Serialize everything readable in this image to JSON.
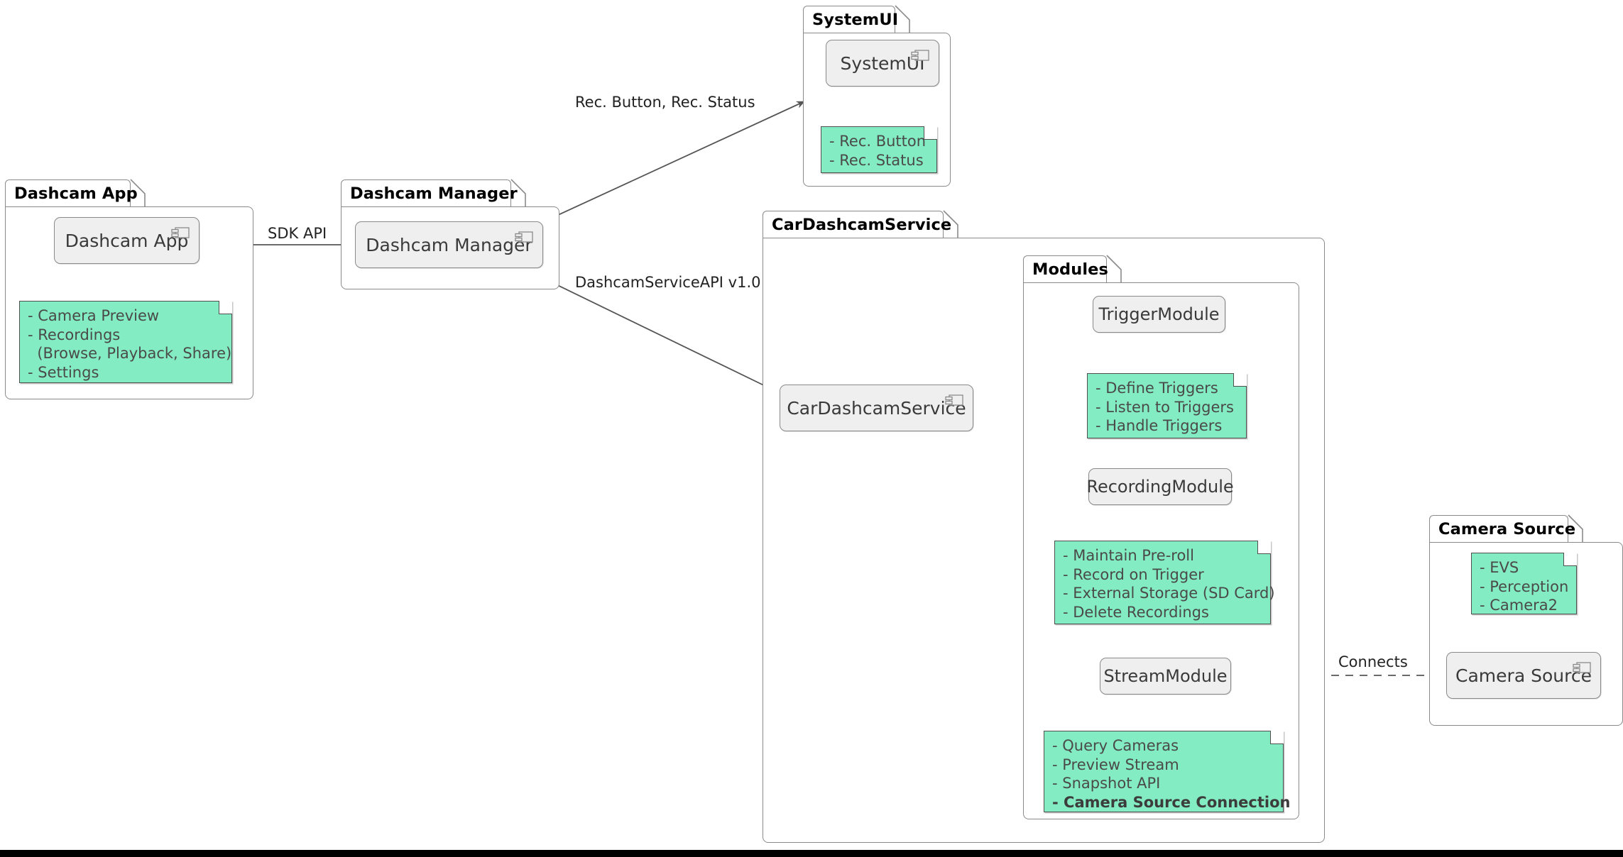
{
  "diagram": {
    "type": "uml-component-diagram",
    "title_visible": false,
    "colors": {
      "note_fill": "#83ecc2",
      "note_border": "#4f4f4f",
      "component_fill": "#efefef",
      "component_border": "#8a8a8a",
      "package_border": "#8a8a8a",
      "edge": "#555555",
      "text": "#3a3a3a",
      "background": "#ffffff"
    }
  },
  "packages": [
    {
      "id": "dashcam-app",
      "label": "Dashcam App"
    },
    {
      "id": "dashcam-manager",
      "label": "Dashcam Manager"
    },
    {
      "id": "systemui",
      "label": "SystemUI"
    },
    {
      "id": "cardashcamservice",
      "label": "CarDashcamService"
    },
    {
      "id": "modules",
      "label": "Modules"
    },
    {
      "id": "camera-source",
      "label": "Camera Source"
    }
  ],
  "components": [
    {
      "id": "dashcam-app",
      "label": "Dashcam App",
      "has_component_icon": true
    },
    {
      "id": "dashcam-manager",
      "label": "Dashcam Manager",
      "has_component_icon": true
    },
    {
      "id": "systemui",
      "label": "SystemUI",
      "has_component_icon": true
    },
    {
      "id": "cardashcamservice",
      "label": "CarDashcamService",
      "has_component_icon": true
    },
    {
      "id": "triggermodule",
      "label": "TriggerModule",
      "has_component_icon": false
    },
    {
      "id": "recordingmodule",
      "label": "RecordingModule",
      "has_component_icon": false
    },
    {
      "id": "streammodule",
      "label": "StreamModule",
      "has_component_icon": false
    },
    {
      "id": "camera-source",
      "label": "Camera Source",
      "has_component_icon": true
    }
  ],
  "notes": [
    {
      "id": "note-dashcam-app",
      "attached_to": "dashcam-app",
      "lines": [
        "- Camera Preview",
        "- Recordings",
        "  (Browse, Playback, Share)",
        "- Settings"
      ]
    },
    {
      "id": "note-systemui",
      "attached_to": "systemui",
      "lines": [
        "- Rec. Button",
        "- Rec. Status"
      ]
    },
    {
      "id": "note-triggermodule",
      "attached_to": "triggermodule",
      "lines": [
        "- Define Triggers",
        "- Listen to Triggers",
        "- Handle Triggers"
      ]
    },
    {
      "id": "note-recordingmodule",
      "attached_to": "recordingmodule",
      "lines": [
        "- Maintain Pre-roll",
        "- Record on Trigger",
        "- External Storage (SD Card)",
        "- Delete Recordings"
      ]
    },
    {
      "id": "note-streammodule",
      "attached_to": "streammodule",
      "lines": [
        "- Query Cameras",
        "- Preview Stream",
        "- Snapshot API",
        "- Camera Source Connection"
      ],
      "bold_lines": [
        3
      ]
    },
    {
      "id": "note-camera-source",
      "attached_to": "camera-source",
      "lines": [
        "- EVS",
        "- Perception",
        "- Camera2"
      ]
    }
  ],
  "edges": [
    {
      "id": "edge-sdk-api",
      "from": "dashcam-app",
      "to": "dashcam-manager",
      "label": "SDK API",
      "style": "solid-arrow"
    },
    {
      "id": "edge-rec-button",
      "from": "dashcam-manager",
      "to": "systemui",
      "label": "Rec. Button, Rec. Status",
      "style": "solid-arrow"
    },
    {
      "id": "edge-service-api",
      "from": "dashcam-manager",
      "to": "cardashcamservice",
      "label": "DashcamServiceAPI v1.0",
      "style": "solid-arrow"
    },
    {
      "id": "edge-trigger",
      "from": "cardashcamservice",
      "to": "triggermodule",
      "label": "",
      "style": "solid-arrow"
    },
    {
      "id": "edge-recording",
      "from": "cardashcamservice",
      "to": "recordingmodule",
      "label": "",
      "style": "solid-arrow"
    },
    {
      "id": "edge-stream",
      "from": "cardashcamservice",
      "to": "streammodule",
      "label": "",
      "style": "solid-arrow"
    },
    {
      "id": "edge-connects",
      "from": "streammodule",
      "to": "camera-source",
      "label": "Connects",
      "style": "dashed"
    }
  ],
  "edge_labels": {
    "sdk_api": "SDK API",
    "rec_button_status": "Rec. Button, Rec. Status",
    "dashcam_service_api": "DashcamServiceAPI v1.0",
    "connects": "Connects"
  }
}
